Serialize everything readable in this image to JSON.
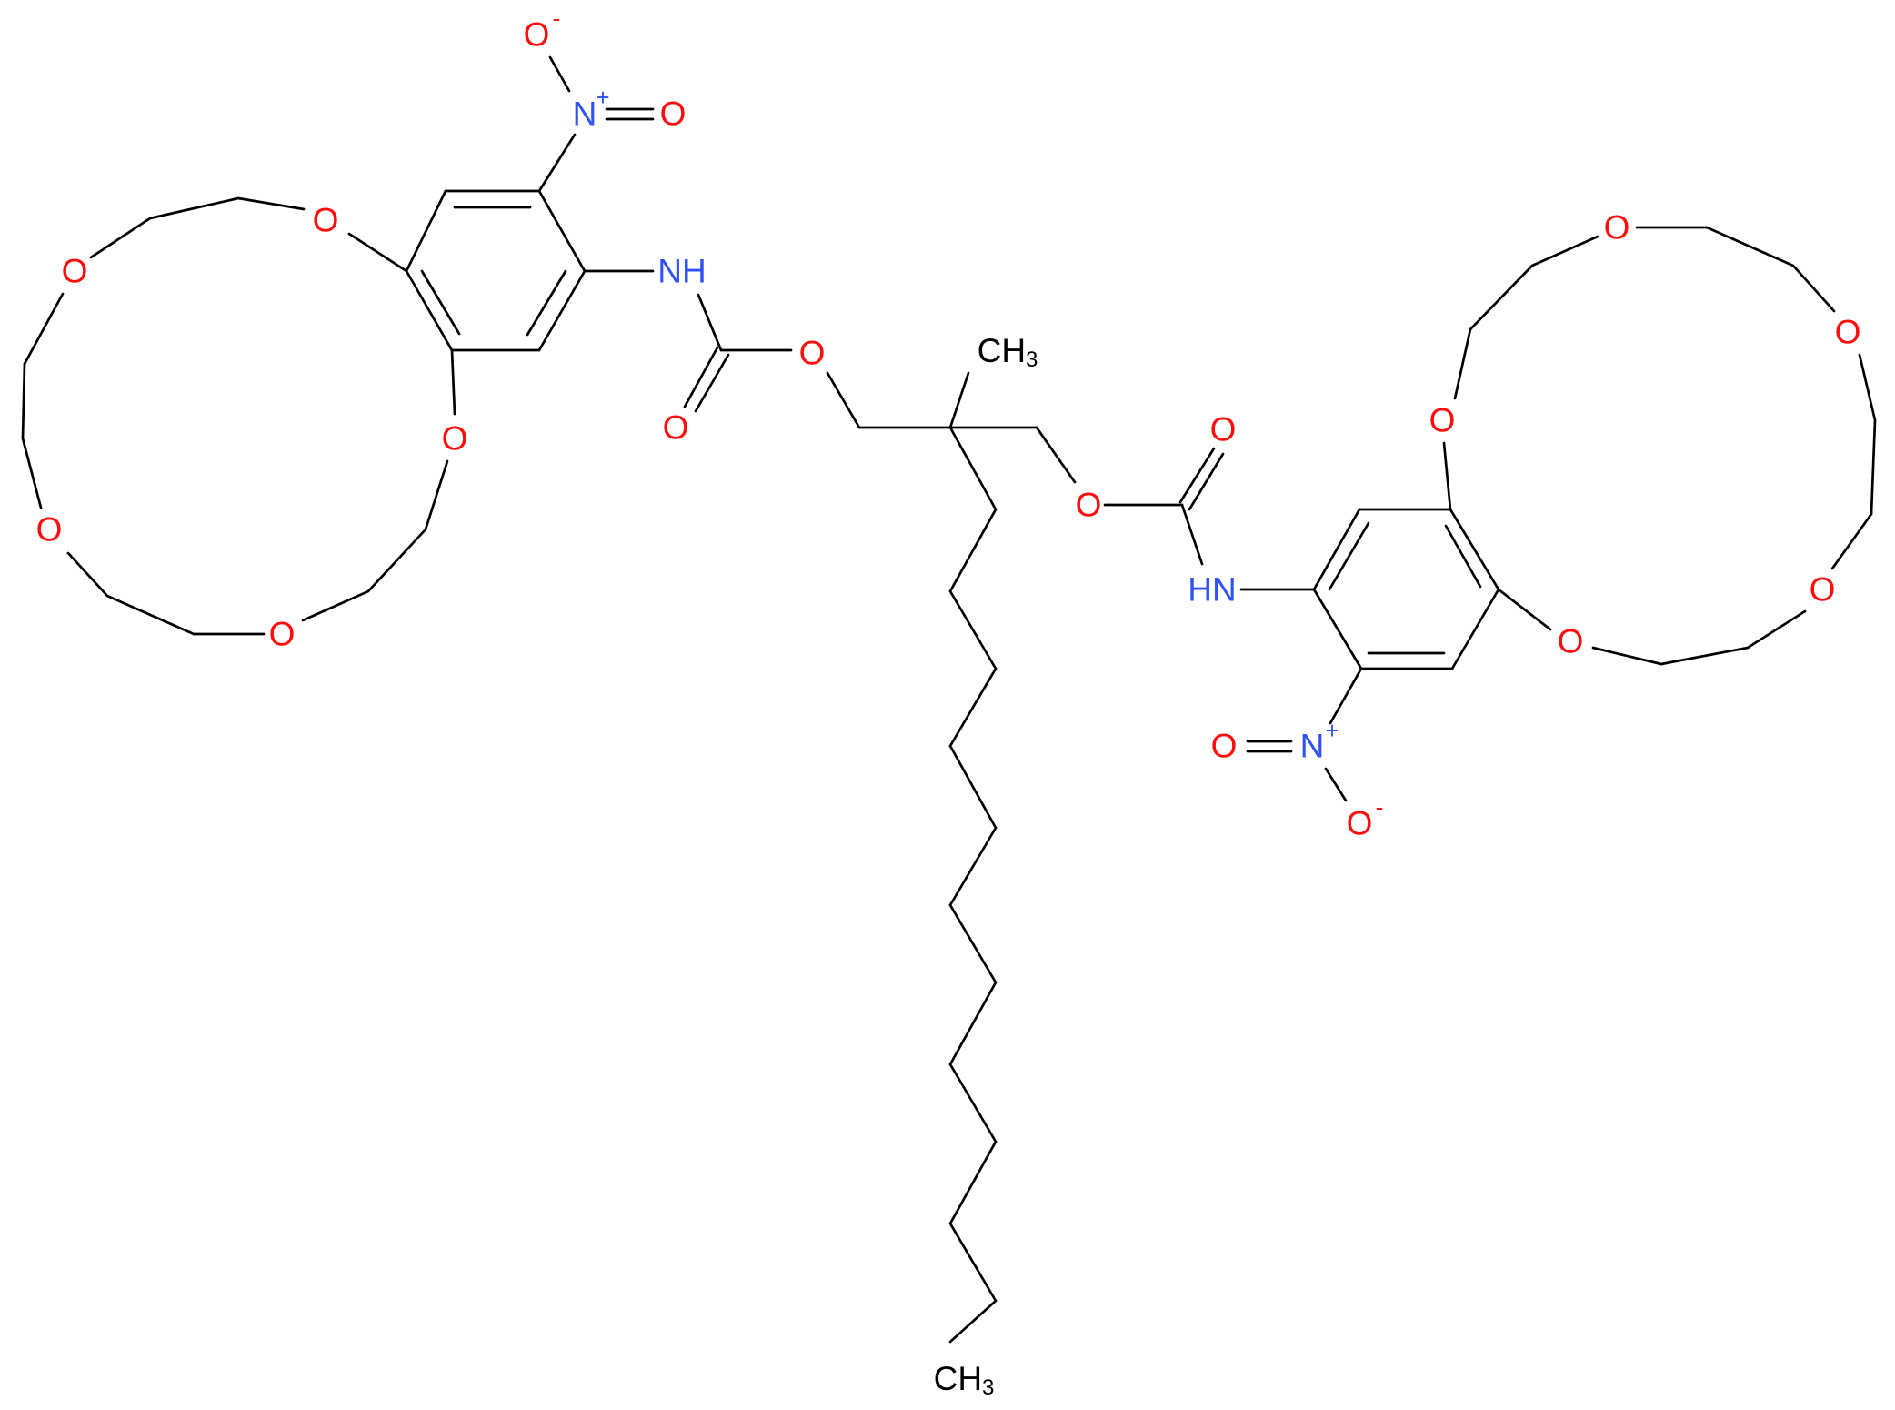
{
  "colors": {
    "bond": "#000000",
    "oxygen": "#ff0d0d",
    "nitrogen": "#3050f8",
    "carbon": "#000000"
  },
  "atoms": {
    "o_crown_l1": "O",
    "o_crown_l2": "O",
    "o_crown_l3": "O",
    "o_crown_l4": "O",
    "o_crown_l5": "O",
    "o_nitro_l_minus": "O",
    "n_nitro_l": "N",
    "o_nitro_l_double": "O",
    "nh_l": "NH",
    "o_ester_l": "O",
    "o_carbonyl_l": "O",
    "ch3_top": "CH",
    "ch3_top_sub": "3",
    "o_ester_r": "O",
    "o_carbonyl_r": "O",
    "nh_r": "HN",
    "o_crown_r1": "O",
    "o_crown_r2": "O",
    "o_crown_r3": "O",
    "o_crown_r4": "O",
    "o_crown_r5": "O",
    "o_nitro_r_double": "O",
    "n_nitro_r": "N",
    "o_nitro_r_minus": "O",
    "ch3_bottom": "CH",
    "ch3_bottom_sub": "3"
  },
  "charges": {
    "minus": "-",
    "plus": "+"
  }
}
